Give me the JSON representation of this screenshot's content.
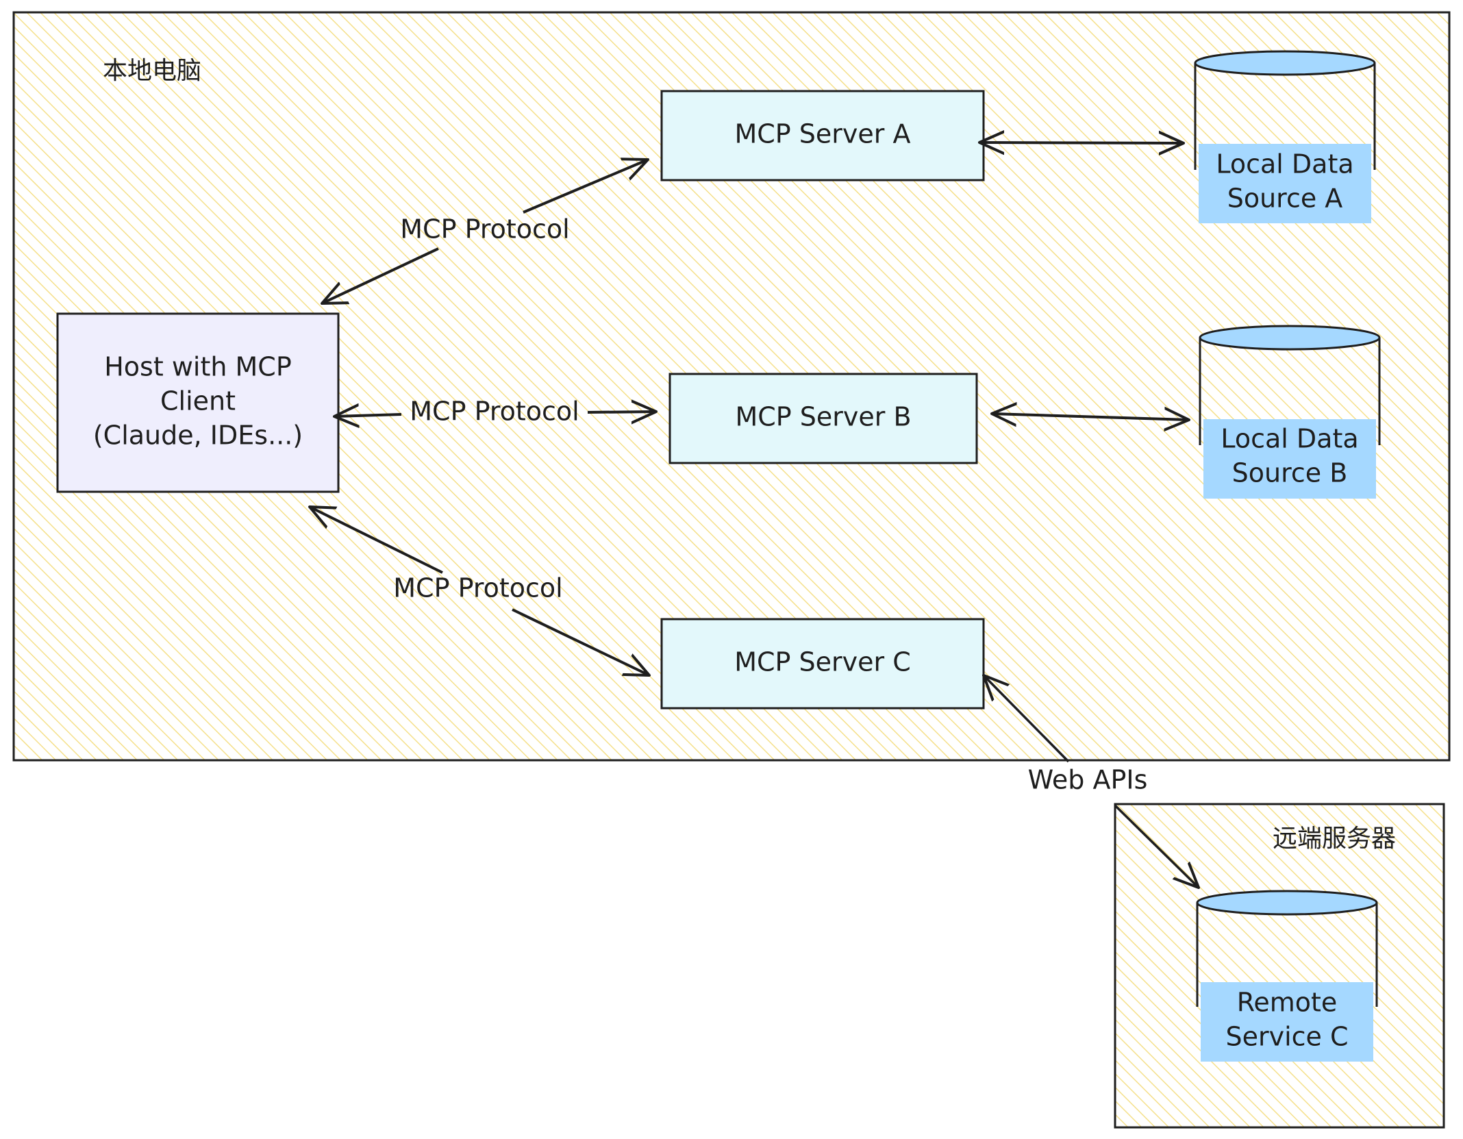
{
  "regions": {
    "local": {
      "label": "本地电脑"
    },
    "remote": {
      "label": "远端服务器"
    }
  },
  "nodes": {
    "host": {
      "lines": [
        "Host with MCP",
        "Client",
        "(Claude, IDEs...)"
      ]
    },
    "server_a": {
      "label": "MCP Server A"
    },
    "server_b": {
      "label": "MCP Server B"
    },
    "server_c": {
      "label": "MCP Server C"
    },
    "source_a": {
      "lines": [
        "Local Data",
        "Source A"
      ]
    },
    "source_b": {
      "lines": [
        "Local Data",
        "Source B"
      ]
    },
    "service_c": {
      "lines": [
        "Remote",
        "Service C"
      ]
    }
  },
  "edges": {
    "host_a": {
      "label": "MCP Protocol"
    },
    "host_b": {
      "label": "MCP Protocol"
    },
    "host_c": {
      "label": "MCP Protocol"
    },
    "c_remote": {
      "label": "Web APIs"
    }
  },
  "colors": {
    "stroke": "#1e1e1e",
    "hatch": "#f5e08a",
    "host_fill": "#efeefd",
    "server_fill": "#e3f8fb",
    "db_fill": "#a5d8ff"
  }
}
